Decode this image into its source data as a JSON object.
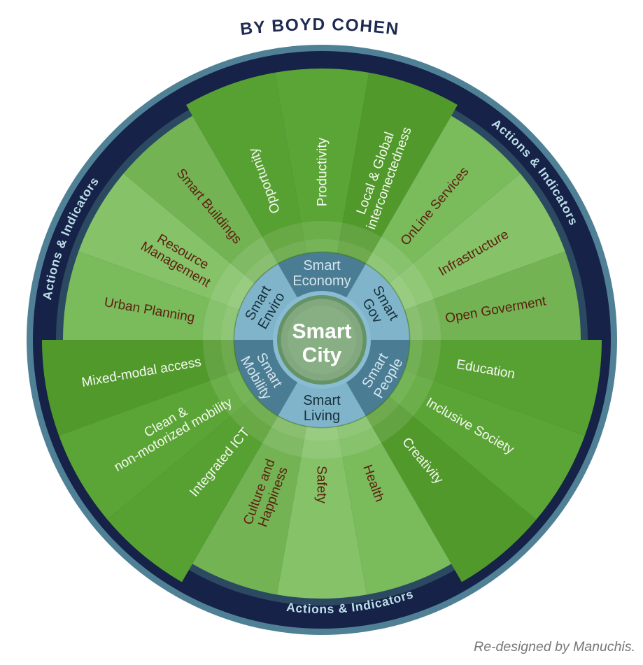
{
  "title": "BY BOYD COHEN",
  "credit": "Re-designed by Manuchis.",
  "ring_label": "Actions & Indicators",
  "center": {
    "label": "Smart City",
    "lines": [
      "Smart",
      "City"
    ]
  },
  "colors": {
    "background": "#ffffff",
    "outer_border_teal": "#4f8096",
    "ring_navy": "#162247",
    "ring_inner_slate": "#2b4a61",
    "ring_text": "#bcdfe9",
    "sector_dark_blue": "#4a7d93",
    "sector_light_blue": "#80b4cb",
    "sector_text_on_dark": "#d5e6ed",
    "sector_text_on_light": "#173038",
    "hub_halo_blue": "#8abdd3",
    "hub_rim_green": "#649366",
    "hub_fill_green": "#83a87f",
    "hub_highlight_green": "#8db289",
    "center_text": "#ffffff",
    "dark_green_tints": [
      "#57a032",
      "#5ba536",
      "#52992c"
    ],
    "light_green_tints": [
      "#7abb5c",
      "#85c268",
      "#73b354"
    ],
    "wedge_text_on_dark": "#f4f8f0",
    "wedge_text_on_light": "#5d200f",
    "title_text": "#1e2a52",
    "credit_text": "#787878"
  },
  "segments": [
    {
      "id": "smart-economy",
      "tone": "dark",
      "start": -30,
      "end": 30,
      "outer_r": 388,
      "sector_label": {
        "lines": [
          "Smart",
          "Economy"
        ],
        "theta": 0,
        "r": 96,
        "rotation": 0
      },
      "wedges": [
        {
          "lines": [
            "Opportunity"
          ],
          "theta": -20,
          "r": 242,
          "rotation": -110
        },
        {
          "lines": [
            "Productivity"
          ],
          "theta": 0,
          "r": 240,
          "rotation": -90
        },
        {
          "lines": [
            "Local & Global",
            "interconectedness"
          ],
          "theta": 20,
          "r": 250,
          "rotation": -70
        }
      ]
    },
    {
      "id": "smart-gov",
      "tone": "light",
      "start": 30,
      "end": 90,
      "outer_r": 370,
      "sector_label": {
        "lines": [
          "Smart",
          "Gov"
        ],
        "theta": 60,
        "r": 95,
        "rotation": 60
      },
      "wedges": [
        {
          "lines": [
            "OnLine Services"
          ],
          "theta": 40,
          "r": 250,
          "rotation": -50
        },
        {
          "lines": [
            "Infrastructure"
          ],
          "theta": 60,
          "r": 250,
          "rotation": -30
        },
        {
          "lines": [
            "Open Goverment"
          ],
          "theta": 80,
          "r": 252,
          "rotation": -10
        }
      ]
    },
    {
      "id": "smart-people",
      "tone": "dark",
      "start": 90,
      "end": 150,
      "outer_r": 400,
      "sector_label": {
        "lines": [
          "Smart",
          "People"
        ],
        "theta": 120,
        "r": 98,
        "rotation": -60
      },
      "wedges": [
        {
          "lines": [
            "Education"
          ],
          "theta": 100,
          "r": 238,
          "rotation": 10
        },
        {
          "lines": [
            "Inclusive Society"
          ],
          "theta": 120,
          "r": 245,
          "rotation": 30
        },
        {
          "lines": [
            "Creativity"
          ],
          "theta": 140,
          "r": 225,
          "rotation": 50
        }
      ]
    },
    {
      "id": "smart-living",
      "tone": "light",
      "start": 150,
      "end": 210,
      "outer_r": 370,
      "sector_label": {
        "lines": [
          "Smart",
          "Living"
        ],
        "theta": 180,
        "r": 97,
        "rotation": 0
      },
      "wedges": [
        {
          "lines": [
            "Health"
          ],
          "theta": 160,
          "r": 218,
          "rotation": 70
        },
        {
          "lines": [
            "Safety"
          ],
          "theta": 180,
          "r": 207,
          "rotation": 90
        },
        {
          "lines": [
            "Culture and",
            "Happiness"
          ],
          "theta": 200,
          "r": 235,
          "rotation": -70
        }
      ]
    },
    {
      "id": "smart-mobility",
      "tone": "dark",
      "start": 210,
      "end": 270,
      "outer_r": 400,
      "sector_label": {
        "lines": [
          "Smart",
          "Mobility"
        ],
        "theta": 240,
        "r": 97,
        "rotation": 60
      },
      "wedges": [
        {
          "lines": [
            "Integrated ICT"
          ],
          "theta": 220,
          "r": 228,
          "rotation": -50
        },
        {
          "lines": [
            "Clean &",
            "non-motorized mobility"
          ],
          "theta": 240,
          "r": 252,
          "rotation": -30
        },
        {
          "lines": [
            "Mixed-modal access"
          ],
          "theta": 260,
          "r": 262,
          "rotation": -10
        }
      ]
    },
    {
      "id": "smart-enviro",
      "tone": "light",
      "start": 270,
      "end": 330,
      "outer_r": 370,
      "sector_label": {
        "lines": [
          "Smart",
          "Enviro"
        ],
        "theta": 300,
        "r": 95,
        "rotation": -60
      },
      "wedges": [
        {
          "lines": [
            "Urban Planning"
          ],
          "theta": 280,
          "r": 250,
          "rotation": 10
        },
        {
          "lines": [
            "Resource",
            "Management"
          ],
          "theta": 300,
          "r": 235,
          "rotation": 30
        },
        {
          "lines": [
            "Smart Buildings"
          ],
          "theta": 320,
          "r": 250,
          "rotation": 50
        }
      ]
    }
  ],
  "ring_texts": [
    {
      "position": "top-right",
      "path": "cw",
      "offset_pct": 14.4
    },
    {
      "position": "left",
      "path": "cw",
      "offset_pct": 81.1
    },
    {
      "position": "bottom",
      "path": "ccw",
      "offset_pct": 51.7
    }
  ]
}
